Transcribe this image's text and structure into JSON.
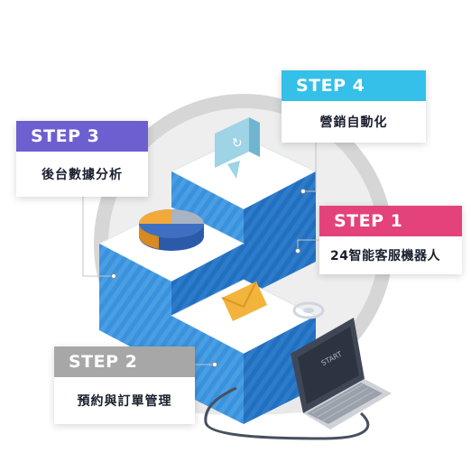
{
  "steps": [
    {
      "id": "step4",
      "label": "STEP 4",
      "text": "營銷自動化",
      "color": "#34c0e8"
    },
    {
      "id": "step3",
      "label": "STEP 3",
      "text": "後台數據分析",
      "color": "#6d5fcf"
    },
    {
      "id": "step1",
      "label": "STEP 1",
      "text": "24智能客服機器人",
      "color": "#e3437a"
    },
    {
      "id": "step2",
      "label": "STEP 2",
      "text": "預約與訂單管理",
      "color": "#a7a7a7"
    }
  ],
  "laptop": {
    "screen_text": "START"
  },
  "colors": {
    "ring": "#d3d3d3",
    "block_front": "#3a92dd",
    "block_side": "#1e6bb8",
    "block_top": "#ffffff",
    "pie_blue": "#3e6fc2",
    "pie_orange": "#f3a93a",
    "pie_grey": "#a9b4c2",
    "envelope": "#f3b43c",
    "chat_bubble": "#bfe3ee"
  }
}
